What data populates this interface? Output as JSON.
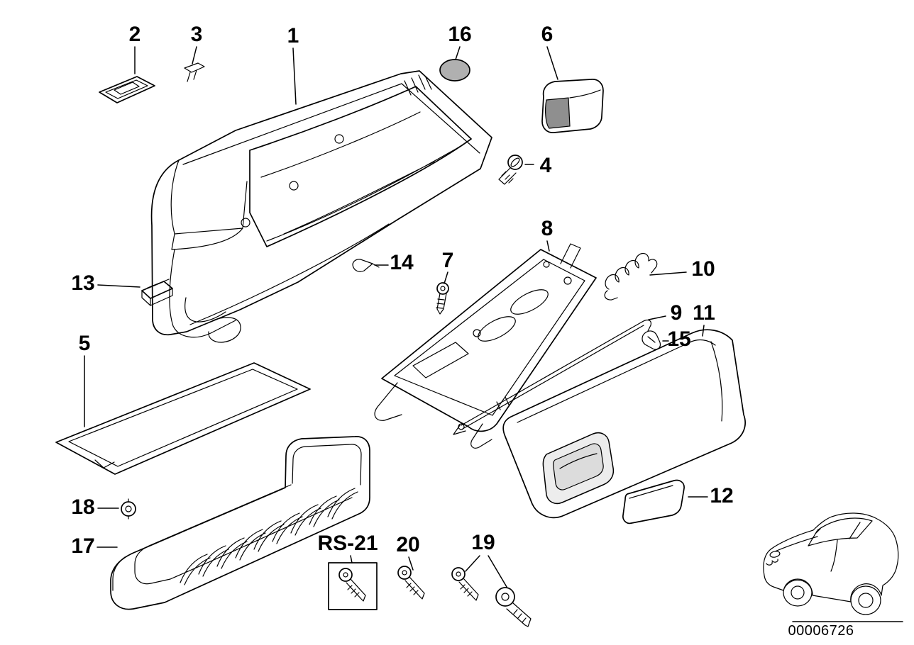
{
  "diagram": {
    "drawing_number": "00006726",
    "colors": {
      "background": "#ffffff",
      "line": "#000000"
    },
    "callouts": [
      {
        "id": "1",
        "label": "1"
      },
      {
        "id": "2",
        "label": "2"
      },
      {
        "id": "3",
        "label": "3"
      },
      {
        "id": "4",
        "label": "4"
      },
      {
        "id": "5",
        "label": "5"
      },
      {
        "id": "6",
        "label": "6"
      },
      {
        "id": "7",
        "label": "7"
      },
      {
        "id": "8",
        "label": "8"
      },
      {
        "id": "9",
        "label": "9"
      },
      {
        "id": "10",
        "label": "10"
      },
      {
        "id": "11",
        "label": "11"
      },
      {
        "id": "12",
        "label": "12"
      },
      {
        "id": "13",
        "label": "13"
      },
      {
        "id": "14",
        "label": "14"
      },
      {
        "id": "15",
        "label": "15"
      },
      {
        "id": "16",
        "label": "16"
      },
      {
        "id": "17",
        "label": "17"
      },
      {
        "id": "18",
        "label": "18"
      },
      {
        "id": "19",
        "label": "19"
      },
      {
        "id": "20",
        "label": "20"
      },
      {
        "id": "RS-21",
        "label": "RS-21"
      }
    ]
  }
}
